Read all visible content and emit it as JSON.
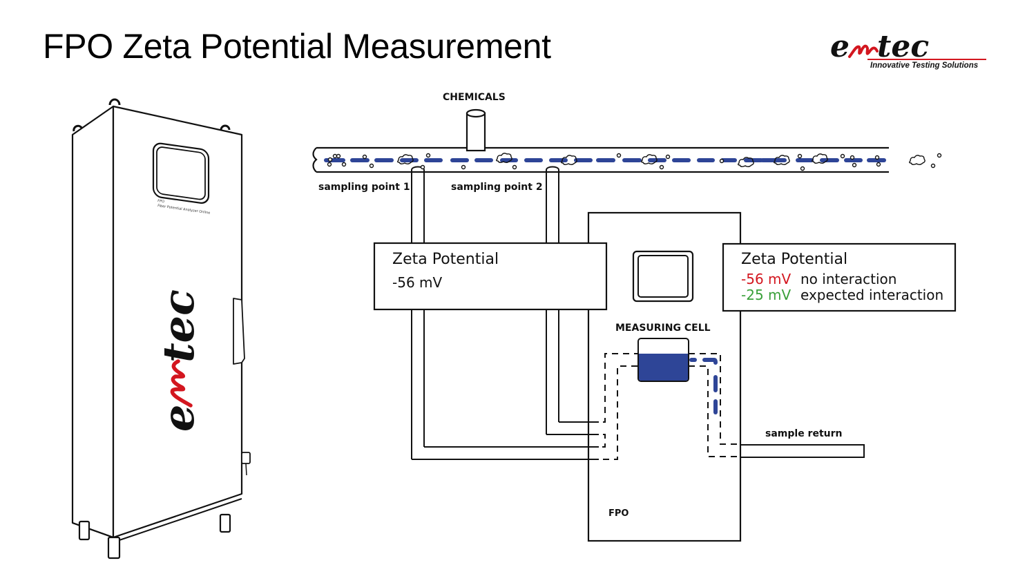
{
  "slide": {
    "title": "FPO Zeta Potential Measurement"
  },
  "logo": {
    "wordmark_left": "e",
    "wordmark_mid": "m",
    "wordmark_right": "tec",
    "tagline": "Innovative Testing Solutions",
    "brand_red": "#d3161f"
  },
  "device": {
    "name": "FPO",
    "subtitle": "Fiber Potential Analyzer Online",
    "side_logo": "emtec"
  },
  "diagram": {
    "chemicals_label": "CHEMICALS",
    "sampling_point_1": "sampling point 1",
    "sampling_point_2": "sampling point 2",
    "measuring_cell_label": "MEASURING CELL",
    "sample_return_label": "sample return",
    "fpo_label": "FPO",
    "flow_color": "#2e4597",
    "left_box": {
      "title": "Zeta Potential",
      "value": "-56 mV"
    },
    "right_box": {
      "title": "Zeta Potential",
      "rows": [
        {
          "value": "-56 mV",
          "description": "no interaction",
          "color": "#d3161f"
        },
        {
          "value": "-25 mV",
          "description": "expected interaction",
          "color": "#3aa03a"
        }
      ]
    }
  }
}
